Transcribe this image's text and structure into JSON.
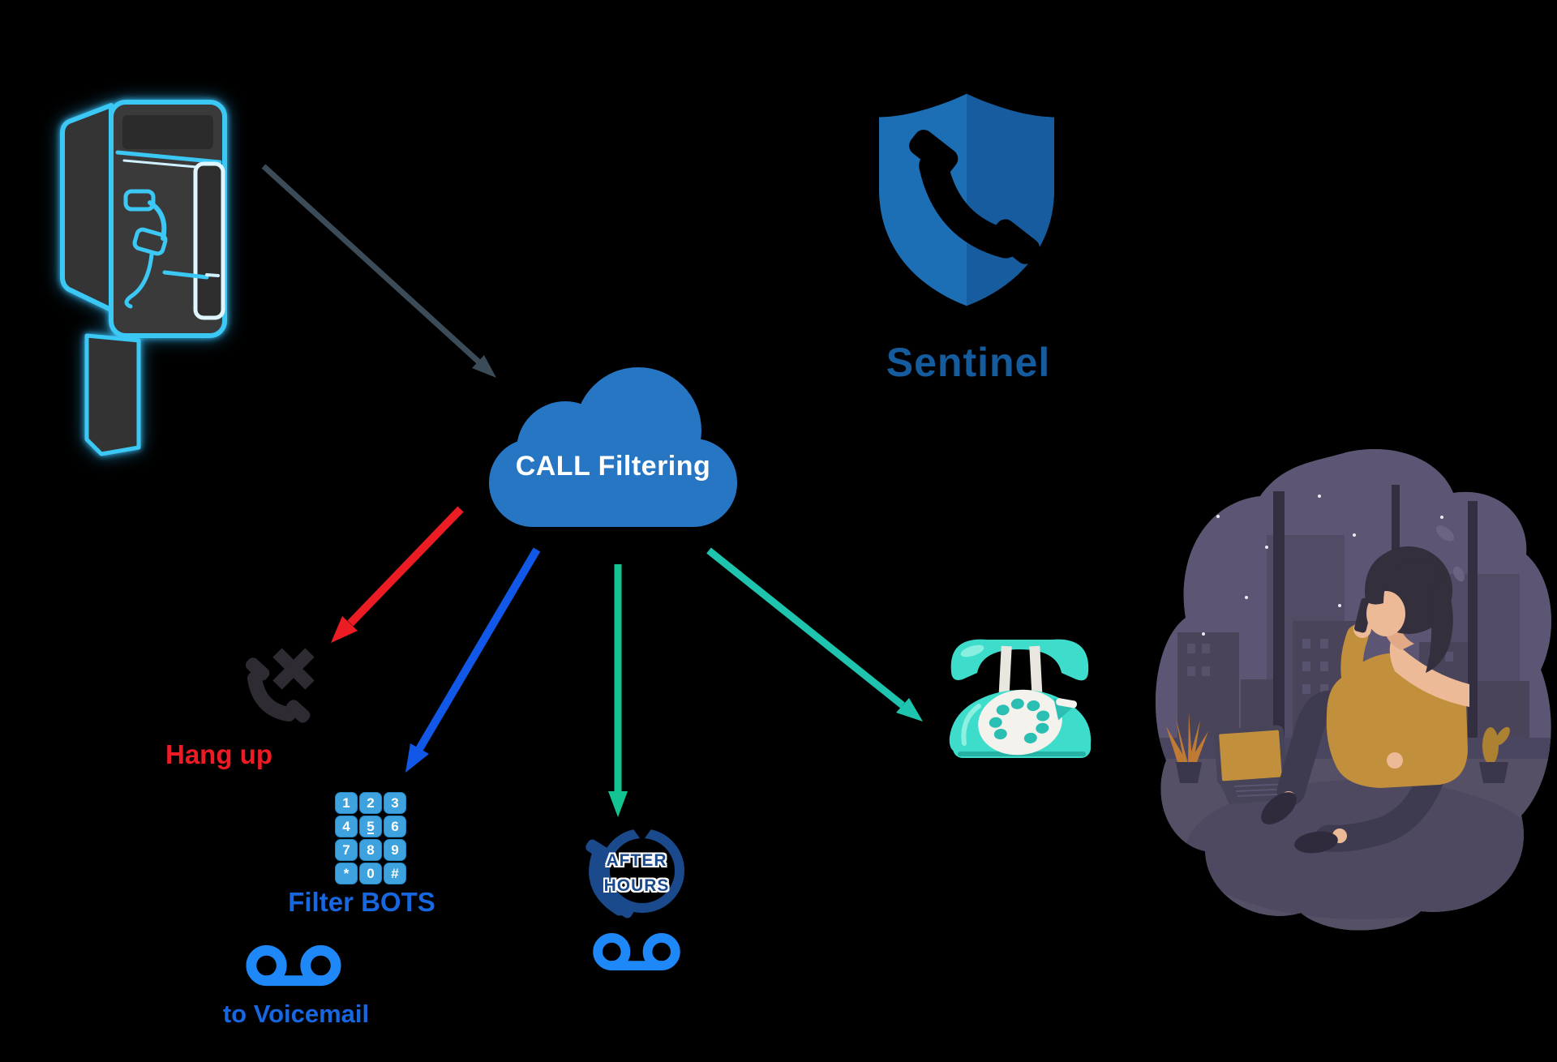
{
  "title": "CALL Filtering diagram",
  "colors": {
    "background": "#000000",
    "cloud_blue": "#2776C4",
    "arrow_dark": "#3B4B57",
    "arrow_red": "#EC1C24",
    "arrow_blue": "#1158E8",
    "arrow_green": "#14C392",
    "arrow_teal": "#1FC4AE",
    "neon_cyan": "#3CC8F5",
    "shield_left": "#1D6FB5",
    "shield_right": "#175C9E",
    "sentinel_text": "#155C9F",
    "hangup_gray": "#2E2B33",
    "hangup_red": "#EE1B24",
    "keypad_blue": "#3EA2DF",
    "label_blue": "#1667E0",
    "voicemail_blue": "#1E88F8",
    "after_hours_navy": "#1B4A8C",
    "phone_teal": "#3EDCCB",
    "illustration_purple": "#585168"
  },
  "cloud": {
    "label": "CALL Filtering"
  },
  "sentinel": {
    "label": "Sentinel"
  },
  "outcomes": {
    "hang_up": {
      "label": "Hang up"
    },
    "filter_bots": {
      "label": "Filter BOTS"
    },
    "to_voicemail": {
      "label": "to Voicemail"
    },
    "after_hours": {
      "line1": "AFTER",
      "line2": "HOURS"
    }
  },
  "keypad": {
    "keys": [
      "1",
      "2",
      "3",
      "4",
      "5",
      "6",
      "7",
      "8",
      "9",
      "*",
      "0",
      "#"
    ]
  },
  "flows": [
    {
      "from": "payphone",
      "to": "call-filtering-cloud",
      "color": "#3B4B57"
    },
    {
      "from": "call-filtering-cloud",
      "to": "hang-up",
      "color": "#EC1C24"
    },
    {
      "from": "call-filtering-cloud",
      "to": "filter-bots-keypad",
      "color": "#1158E8"
    },
    {
      "from": "call-filtering-cloud",
      "to": "after-hours",
      "color": "#14C392"
    },
    {
      "from": "call-filtering-cloud",
      "to": "answered-phone",
      "color": "#1FC4AE"
    }
  ],
  "icons": {
    "payphone-icon": "neon payphone",
    "sentinel-shield-icon": "shield with phone handset",
    "cloud-icon": "cloud",
    "hang-up-icon": "phone handset with x",
    "keypad-icon": "dial pad",
    "voicemail-icon": "voicemail reels",
    "after-hours-icon": "after hours phone badge",
    "rotary-phone-icon": "teal rotary telephone",
    "woman-illustration": "woman talking on phone at night"
  }
}
